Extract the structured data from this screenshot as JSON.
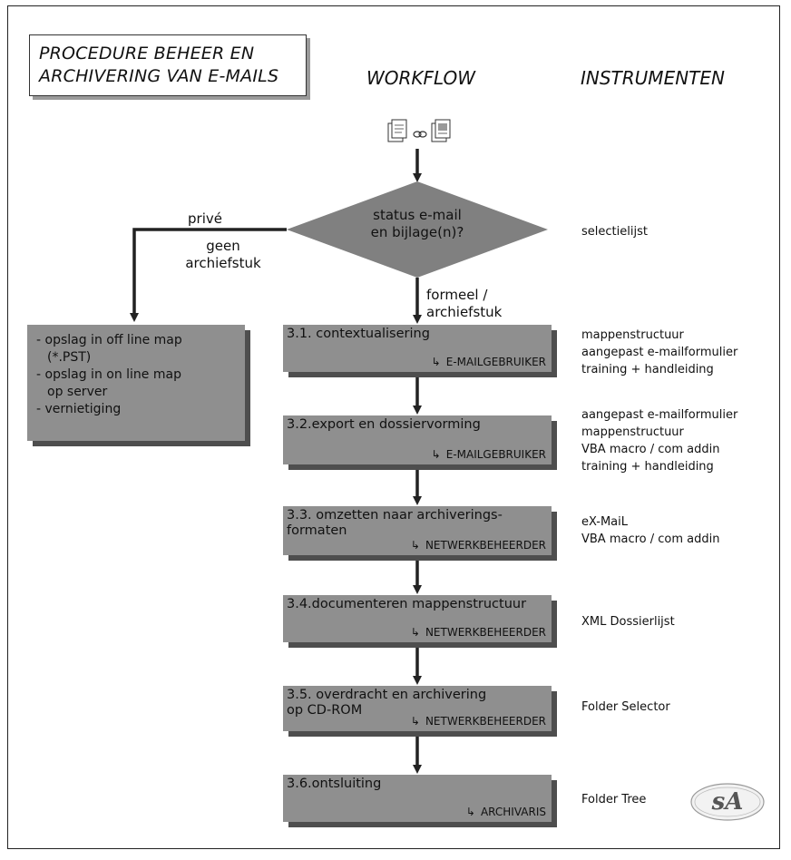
{
  "title": {
    "line1": "PROCEDURE BEHEER EN",
    "line2": "ARCHIVERING VAN E-MAILS"
  },
  "columns": {
    "workflow": "WORKFLOW",
    "instruments": "INSTRUMENTEN"
  },
  "decision": {
    "line1": "status e-mail",
    "line2": "en bijlage(n)?"
  },
  "branch_labels": {
    "prive": "privé",
    "geen_line1": "geen",
    "geen_line2": "archiefstuk",
    "formeel_line1": "formeel /",
    "formeel_line2": "archiefstuk"
  },
  "left_box": {
    "items": [
      "- opslag in off line map",
      "(*.PST)",
      "- opslag in on line map",
      "op server",
      "- vernietiging"
    ]
  },
  "steps": [
    {
      "title": "3.1. contextualisering",
      "actor": "E-MAILGEBRUIKER",
      "instruments": [
        "mappenstructuur",
        "aangepast e-mailformulier",
        "training + handleiding"
      ]
    },
    {
      "title": "3.2.export en dossiervorming",
      "actor": "E-MAILGEBRUIKER",
      "instruments": [
        "aangepast e-mailformulier",
        "mappenstructuur",
        "VBA macro / com addin",
        "training + handleiding"
      ]
    },
    {
      "title": "3.3. omzetten naar archiverings-\n      formaten",
      "actor": "NETWERKBEHEERDER",
      "instruments": [
        "eX-MaiL",
        "VBA macro / com addin"
      ]
    },
    {
      "title": "3.4.documenteren mappenstructuur",
      "actor": "NETWERKBEHEERDER",
      "instruments": [
        "XML Dossierlijst"
      ]
    },
    {
      "title": "3.5. overdracht en archivering\n op CD-ROM",
      "actor": "NETWERKBEHEERDER",
      "instruments": [
        "Folder Selector"
      ]
    },
    {
      "title": "3.6.ontsluiting",
      "actor": "ARCHIVARIS",
      "instruments": [
        "Folder Tree"
      ]
    }
  ],
  "decision_instrument": "selectielijst",
  "actor_arrow": "↳",
  "icons": [
    "document-icon",
    "link-icon",
    "document-icon"
  ],
  "logo_text": "sA",
  "colors": {
    "step_fill": "#8f8f8f",
    "step_shadow": "#4e4e4e",
    "decision_fill": "#808080"
  }
}
